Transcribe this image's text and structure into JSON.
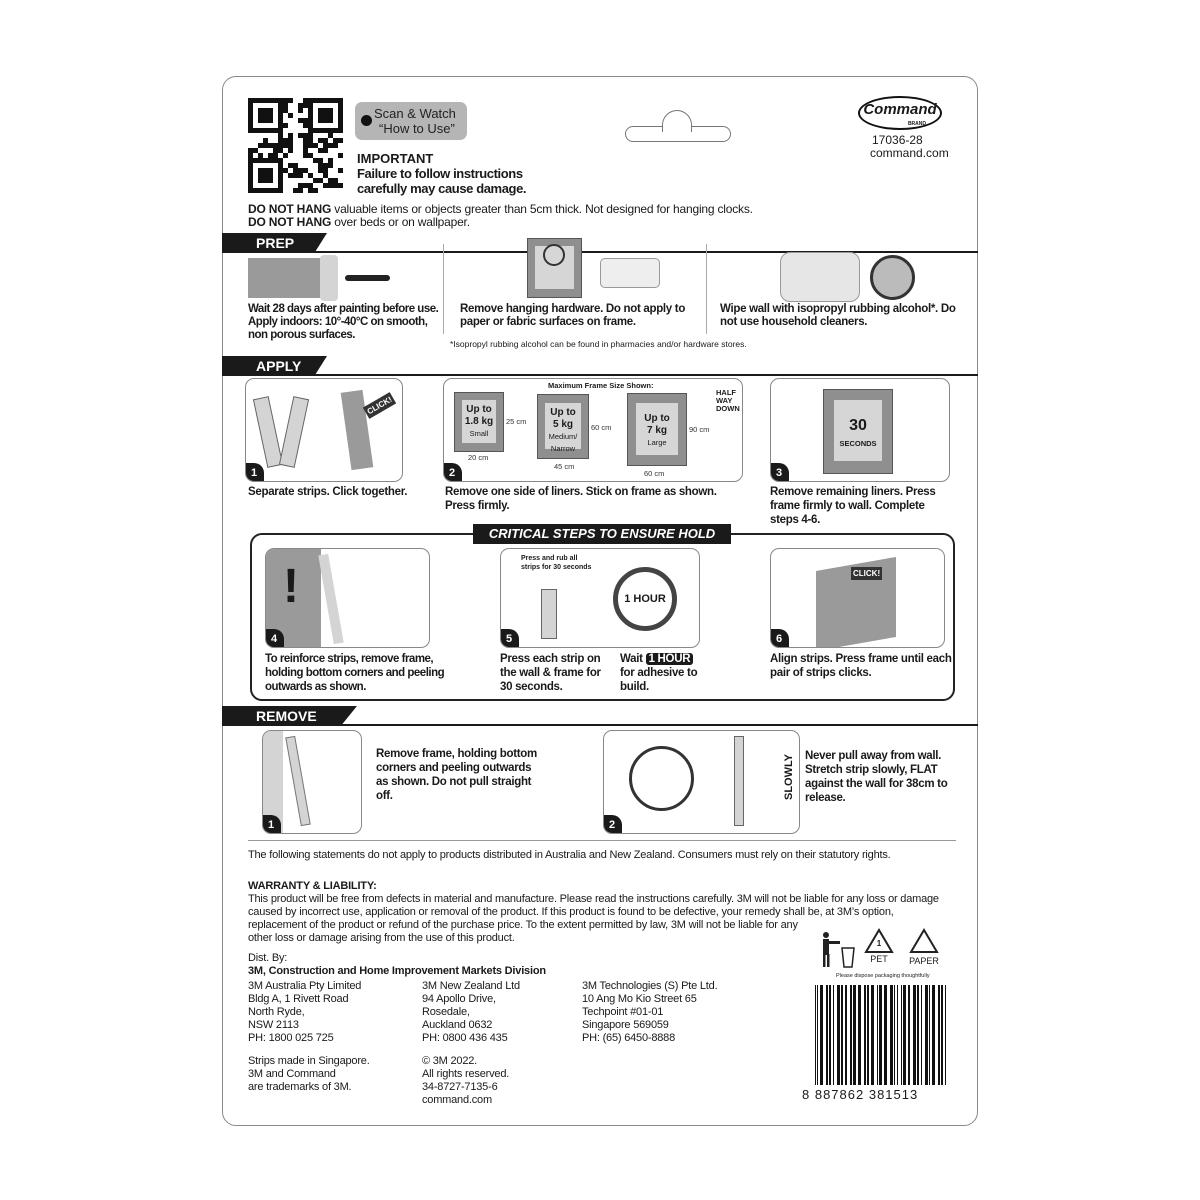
{
  "header": {
    "scan_button": {
      "line1": "Scan & Watch",
      "line2": "“How to Use”",
      "icon": "play-icon"
    },
    "important_title": "IMPORTANT",
    "important_line1": "Failure to follow instructions",
    "important_line2": "carefully may cause damage.",
    "brand": "Command",
    "brand_sub": "BRAND",
    "product_code": "17036-28",
    "website": "command.com"
  },
  "warnings": [
    {
      "bold": "DO NOT HANG",
      "text": " valuable items or objects greater than 5cm thick. Not designed for hanging clocks."
    },
    {
      "bold": "DO NOT HANG",
      "text": " over beds or on wallpaper."
    }
  ],
  "prep": {
    "title": "PREP",
    "steps": [
      "Wait 28 days after painting before use. Apply indoors: 10°-40°C on smooth, non porous surfaces.",
      "Remove hanging hardware. Do not apply to paper or fabric surfaces on frame.",
      "Wipe wall with isopropyl rubbing alcohol*. Do not use household cleaners."
    ],
    "footnote": "*Isopropyl rubbing alcohol can be found in pharmacies and/or hardware stores."
  },
  "apply": {
    "title": "APPLY",
    "steps": [
      {
        "num": "1",
        "text": "Separate strips. Click together.",
        "click": "CLICK!"
      },
      {
        "num": "2",
        "text": "Remove one side of liners. Stick on frame as shown. Press firmly."
      },
      {
        "num": "3",
        "text": "Remove remaining liners. Press frame firmly to wall. Complete steps 4-6.",
        "seconds_value": "30",
        "seconds_label": "SECONDS"
      }
    ],
    "frame_sizes": {
      "heading": "Maximum Frame Size Shown:",
      "half_way": "HALF WAY DOWN",
      "frames": [
        {
          "weight_line1": "Up to",
          "weight_line2": "1.8 kg",
          "size": "Small",
          "height": "25 cm",
          "width": "20 cm"
        },
        {
          "weight_line1": "Up to",
          "weight_line2": "5 kg",
          "size": "Medium/ Narrow",
          "height": "60 cm",
          "width": "45 cm"
        },
        {
          "weight_line1": "Up to",
          "weight_line2": "7 kg",
          "size": "Large",
          "height": "90 cm",
          "width": "60 cm"
        }
      ]
    }
  },
  "critical": {
    "title": "CRITICAL STEPS  TO ENSURE HOLD",
    "steps": [
      {
        "num": "4",
        "text": "To reinforce strips, remove frame, holding bottom corners and peeling outwards as shown.",
        "mark": "!"
      },
      {
        "num": "5",
        "text": "Press each strip on the wall & frame for 30 seconds.",
        "label": "Press and rub all strips for 30 seconds"
      },
      {
        "wait_pre": "Wait ",
        "wait_badge": "1 HOUR",
        "wait_post": "for adhesive to build.",
        "clock": "1 HOUR"
      },
      {
        "num": "6",
        "text": "Align strips. Press frame until each pair of strips clicks.",
        "click": "CLICK!"
      }
    ]
  },
  "remove": {
    "title": "REMOVE",
    "steps": [
      {
        "num": "1",
        "text": "Remove frame, holding bottom corners and peeling outwards as shown. Do not pull straight off."
      },
      {
        "num": "2",
        "text": "Never pull away from wall. Stretch strip slowly, FLAT against the wall for 38cm to release.",
        "slowly": "SLOWLY"
      }
    ]
  },
  "footer": {
    "disclaimer": "The following statements do not apply to products distributed in Australia and New Zealand. Consumers must rely on their statutory rights.",
    "warranty_title": "WARRANTY & LIABILITY:",
    "warranty_text": "This product will be free from defects in material and manufacture. Please read the instructions carefully. 3M will not be liable for any loss or damage caused by incorrect use, application or removal of the product. If this product is found to be defective, your remedy shall be, at 3M’s option, replacement of the product or refund of the purchase price. To the extent permitted by law, 3M will not be liable for any other loss or damage arising from the use of this product.",
    "dist_by": "Dist. By:",
    "division": "3M, Construction and Home Improvement Markets Division",
    "addresses": [
      [
        "3M Australia Pty Limited",
        "Bldg A, 1 Rivett Road",
        "North Ryde,",
        "NSW 2113",
        "PH: 1800 025 725"
      ],
      [
        "3M New Zealand Ltd",
        "94 Apollo Drive,",
        "Rosedale,",
        "Auckland 0632",
        "PH: 0800 436 435"
      ],
      [
        "3M Technologies (S) Pte Ltd.",
        "10 Ang Mo Kio Street 65",
        "Techpoint #01-01",
        "Singapore 569059",
        "PH: (65) 6450-8888"
      ]
    ],
    "notes": [
      [
        "Strips made in Singapore.",
        "3M and Command",
        "are trademarks of 3M."
      ],
      [
        "© 3M 2022.",
        "All rights reserved.",
        "34-8727-7135-6",
        "command.com"
      ]
    ],
    "recycling": {
      "pet_number": "1",
      "pet": "PET",
      "paper": "PAPER",
      "note": "Please dispose packaging thoughtfully"
    },
    "barcode": "8 887862 381513"
  }
}
